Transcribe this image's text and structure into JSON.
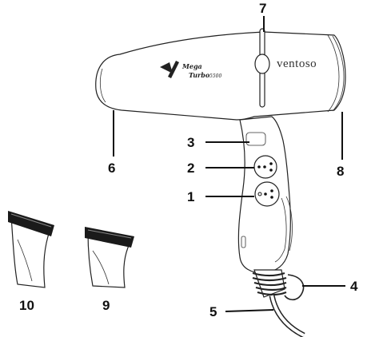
{
  "brand": {
    "name": "ventoso",
    "model_line1": "Mega",
    "model_line2": "Turbo",
    "model_number": "5500"
  },
  "callouts": [
    {
      "id": "1",
      "label": "1"
    },
    {
      "id": "2",
      "label": "2"
    },
    {
      "id": "3",
      "label": "3"
    },
    {
      "id": "4",
      "label": "4"
    },
    {
      "id": "5",
      "label": "5"
    },
    {
      "id": "6",
      "label": "6"
    },
    {
      "id": "7",
      "label": "7"
    },
    {
      "id": "8",
      "label": "8"
    },
    {
      "id": "9",
      "label": "9"
    },
    {
      "id": "10",
      "label": "10"
    }
  ]
}
